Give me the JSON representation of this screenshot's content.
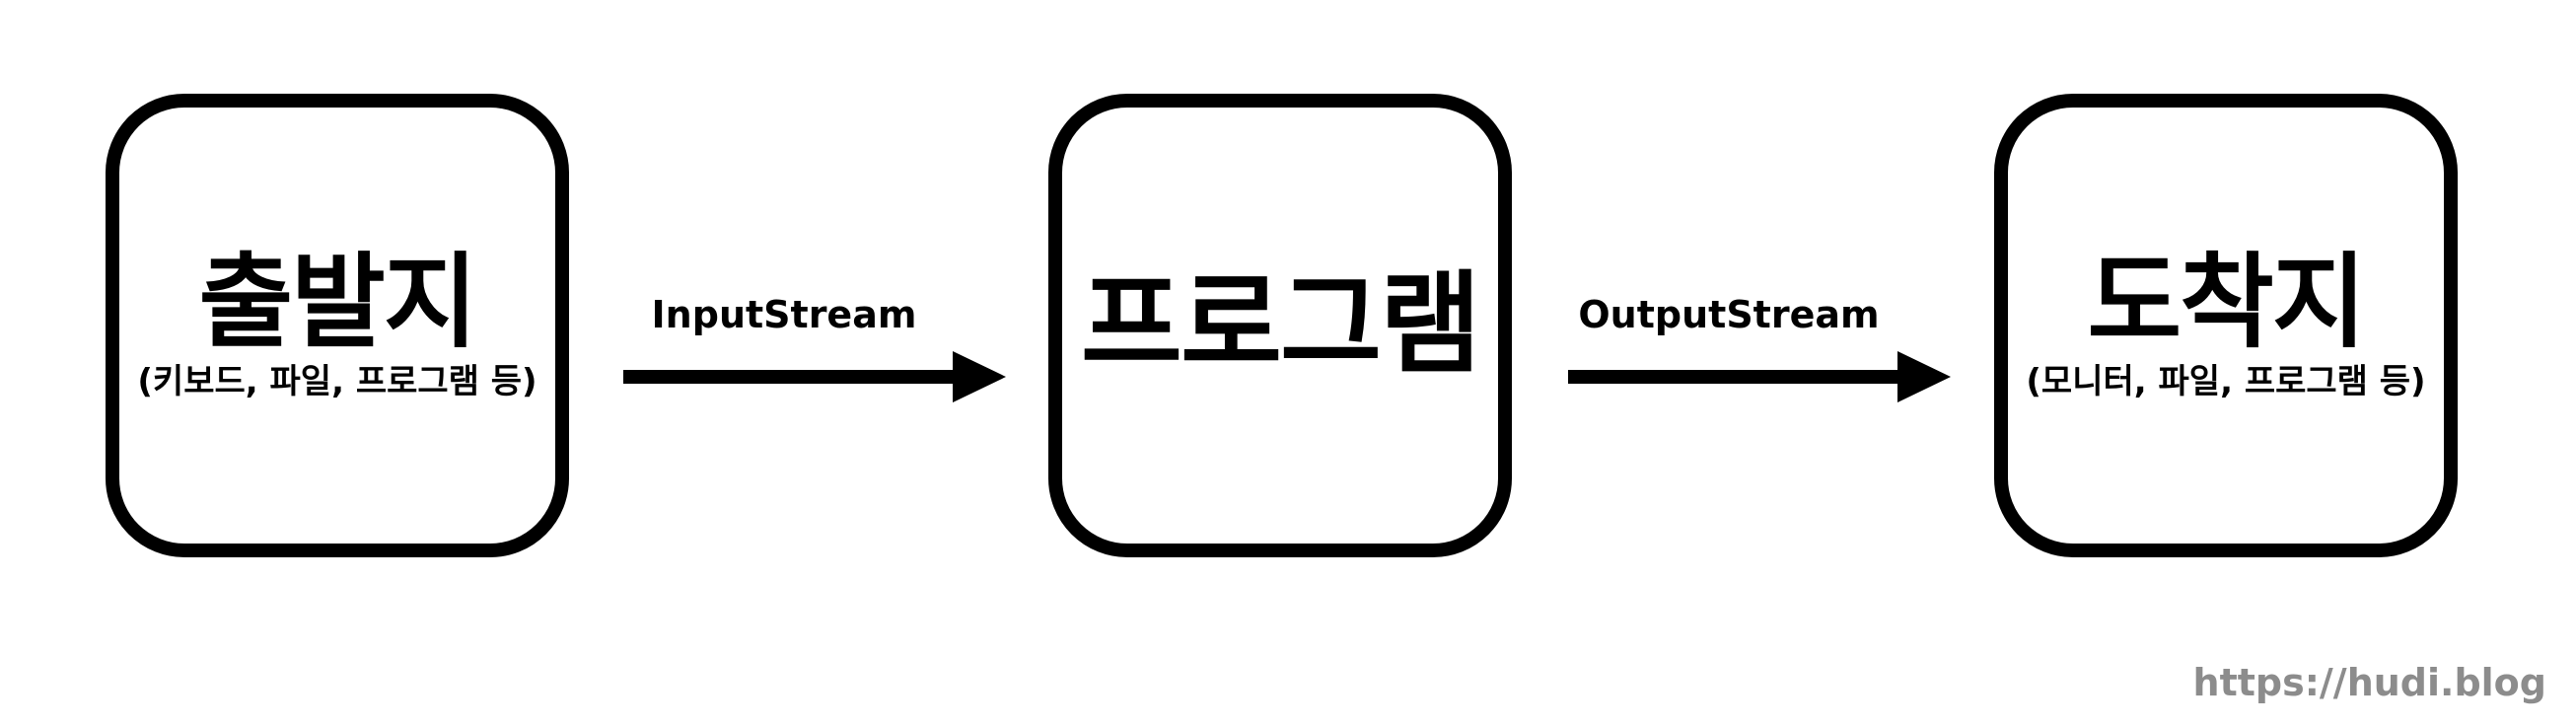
{
  "nodes": {
    "source": {
      "title": "출발지",
      "subtitle": "(키보드, 파일, 프로그램 등)"
    },
    "program": {
      "title": "프로그램"
    },
    "destination": {
      "title": "도착지",
      "subtitle": "(모니터, 파일, 프로그램 등)"
    }
  },
  "edges": {
    "input": {
      "label": "InputStream"
    },
    "output": {
      "label": "OutputStream"
    }
  },
  "watermark": "https://hudi.blog",
  "colors": {
    "stroke": "#000000",
    "background": "#ffffff",
    "watermark": "#8c8c8c"
  }
}
